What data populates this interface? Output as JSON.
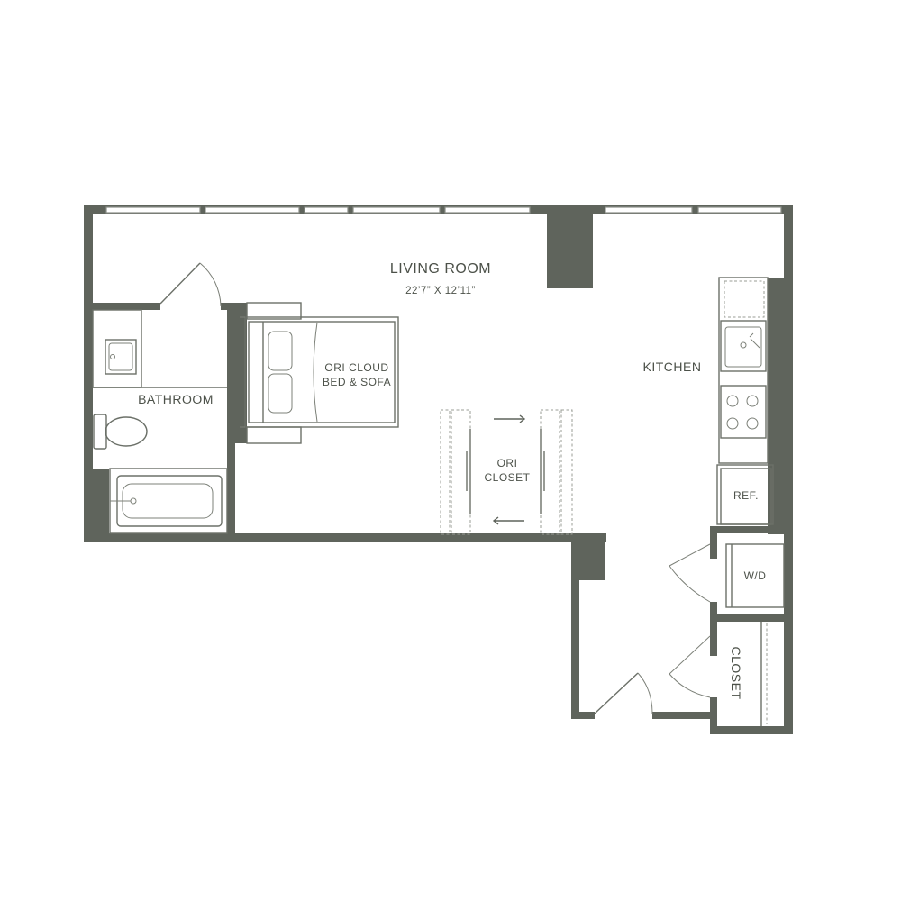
{
  "rooms": {
    "living_room": {
      "name": "LIVING ROOM",
      "dimensions": "22’7” X 12’11”"
    },
    "kitchen": {
      "name": "KITCHEN"
    },
    "bathroom": {
      "name": "BATHROOM"
    },
    "closet": {
      "name": "CLOSET"
    }
  },
  "fixtures": {
    "bed": {
      "line1": "ORI CLOUD",
      "line2": "BED & SOFA"
    },
    "ori_closet": {
      "line1": "ORI",
      "line2": "CLOSET"
    },
    "refrigerator": "REF.",
    "washer_dryer": "W/D"
  },
  "colors": {
    "wall": "#5f645c",
    "label": "#4c5149",
    "background": "#ffffff"
  }
}
